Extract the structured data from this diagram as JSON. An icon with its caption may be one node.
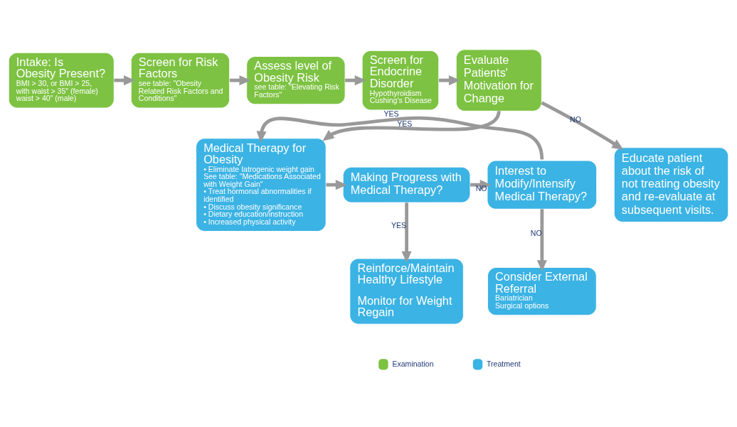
{
  "diagram": {
    "nodes": [
      {
        "text": [
          "Intake: Is Obesity Present?",
          "BMI > 30, or BMI > 25, with waist > 35\" (female) waist > 40\" (male)"
        ]
      },
      {
        "text": [
          "Screen for Risk Factors",
          "see table: \"Obesity Related Risk Factors and Conditions\""
        ]
      },
      {
        "text": [
          "Assess level of Obesity Risk",
          "see table: \"Elevating Risk Factors\""
        ]
      },
      {
        "text": [
          "Screen for Endocrine Disorder",
          "Hypothyroidism",
          "Cushing's Disease"
        ]
      },
      {
        "text": [
          "Evaluate Patients' Motivation for Change"
        ]
      },
      {
        "text": [
          "Medical Therapy for Obesity",
          "• Eliminate Iatrogenic weight gain See table: \"Medications Associated with Weight Gain\"",
          "• Treat hormonal abnormalities if identified",
          "• Discuss obesity significance",
          "• Dietary education/instruction",
          "• Increased physical activity"
        ]
      },
      {
        "text": [
          "Making Progress with Medical Therapy?"
        ]
      },
      {
        "text": [
          "Interest to Modify/Intensify Medical Therapy?"
        ]
      },
      {
        "text": [
          "Educate patient about the risk of not treating obesity and re-evaluate at subsequent visits."
        ]
      },
      {
        "text": [
          "Reinforce/Maintain Healthy Lifestyle",
          "Monitor for Weight Regain"
        ]
      },
      {
        "text": [
          "Consider External Referral",
          "Bariatrician",
          "Surgical options"
        ]
      }
    ],
    "edges": [
      {
        "from": 0,
        "to": 1,
        "arrow": "to"
      },
      {
        "from": 1,
        "to": 2,
        "arrow": "to"
      },
      {
        "from": 2,
        "to": 3,
        "arrow": "to"
      },
      {
        "from": 3,
        "to": 4,
        "arrow": "to"
      },
      {
        "from": 4,
        "to": 5,
        "arrow": "to",
        "label": "YES"
      },
      {
        "from": 4,
        "to": 8,
        "arrow": "to",
        "label": "NO"
      },
      {
        "from": 5,
        "to": 6,
        "arrow": "to"
      },
      {
        "from": 6,
        "to": 7,
        "arrow": "to",
        "label": "NO"
      },
      {
        "from": 6,
        "to": 9,
        "arrow": "to",
        "label": "YES"
      },
      {
        "from": 7,
        "to": 5,
        "arrow": "to",
        "label": "YES"
      },
      {
        "from": 7,
        "to": 10,
        "arrow": "to",
        "label": "NO"
      }
    ],
    "legend": [
      {
        "text": "Examination",
        "color": "#7dc242"
      },
      {
        "text": "Treatment",
        "color": "#3bb3e4"
      }
    ]
  }
}
